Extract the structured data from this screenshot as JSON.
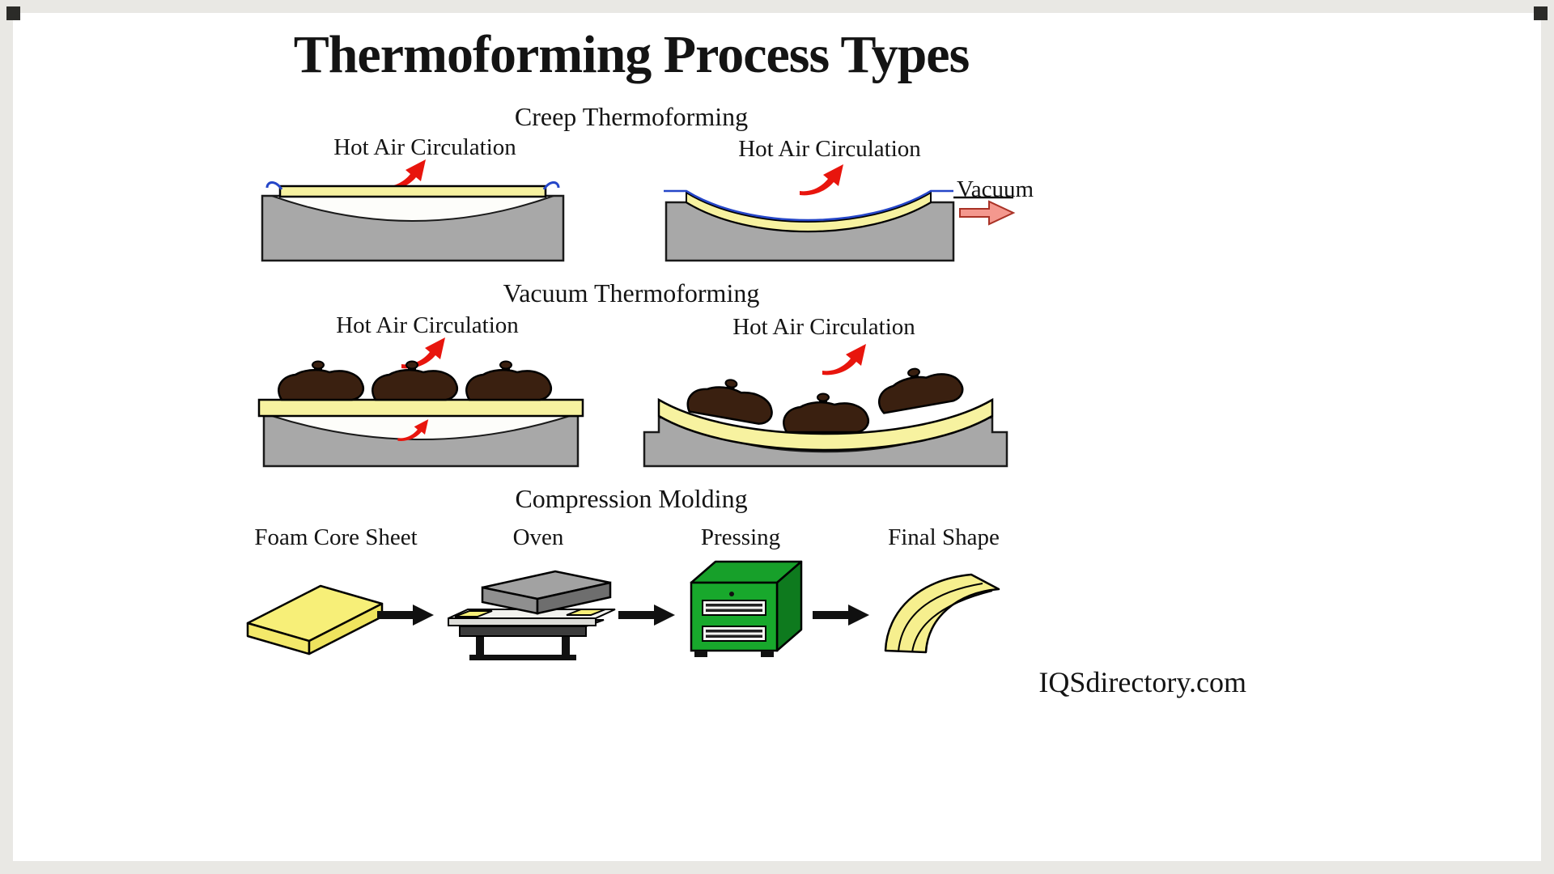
{
  "page": {
    "title": "Thermoforming Process Types",
    "watermark": "IQSdirectory.com"
  },
  "sections": {
    "creep": {
      "title": "Creep Thermoforming",
      "left_diagram_label": "Hot Air Circulation",
      "right_diagram_label": "Hot Air Circulation",
      "vacuum_label": "Vacuum"
    },
    "vacuum": {
      "title": "Vacuum Thermoforming",
      "left_diagram_label": "Hot Air Circulation",
      "right_diagram_label": "Hot Air Circulation"
    },
    "compression": {
      "title": "Compression Molding",
      "stages": [
        {
          "label": "Foam Core Sheet"
        },
        {
          "label": "Oven"
        },
        {
          "label": "Pressing"
        },
        {
          "label": "Final Shape"
        }
      ]
    }
  },
  "colors": {
    "sheet_yellow": "#f7f2a0",
    "foam_yellow": "#f7ef78",
    "mold_gray": "#a8a8a8",
    "loaf_brown": "#3a2010",
    "hot_air_red": "#e8150d",
    "vacuum_pink": "#f4988e",
    "press_green": "#18a82c",
    "film_blue": "#2546c8"
  }
}
